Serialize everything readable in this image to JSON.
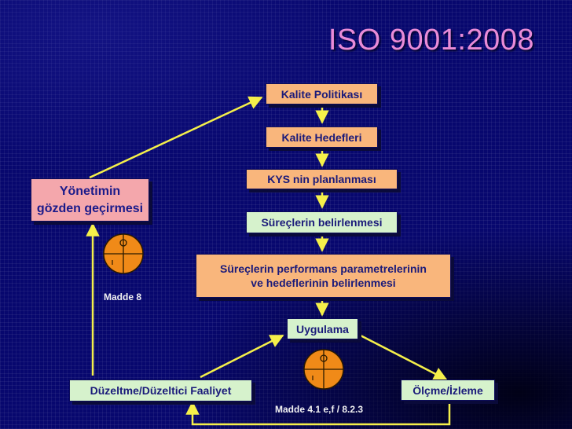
{
  "title": "ISO 9001:2008",
  "boxes": {
    "kalite_politikasi": "Kalite Politikası",
    "kalite_hedefleri": "Kalite Hedefleri",
    "kys_planlanmasi": "KYS nin planlanması",
    "sureclerin_belirlenmesi": "Süreçlerin belirlenmesi",
    "performans_line1": "Süreçlerin performans parametrelerinin",
    "performans_line2": "ve hedeflerinin belirlenmesi",
    "uygulama": "Uygulama",
    "olcme_izleme": "Ölçme/İzleme",
    "duzeltme": "Düzeltme/Düzeltici Faaliyet",
    "yonetim_line1": "Yönetimin",
    "yonetim_line2": "gözden geçirmesi"
  },
  "notes": {
    "madde8": "Madde 8",
    "madde41": "Madde 4.1 e,f / 8.2.3"
  },
  "colors": {
    "background": "#07076e",
    "title": "#e98bd8",
    "arrow": "#f5f04a",
    "box_orange": "#f9b67c",
    "box_green": "#d6f2cc",
    "box_pink": "#f4a7ac",
    "target_fill": "#f08a18"
  },
  "icons": [
    "crosshair-target-icon",
    "crosshair-target-icon"
  ]
}
